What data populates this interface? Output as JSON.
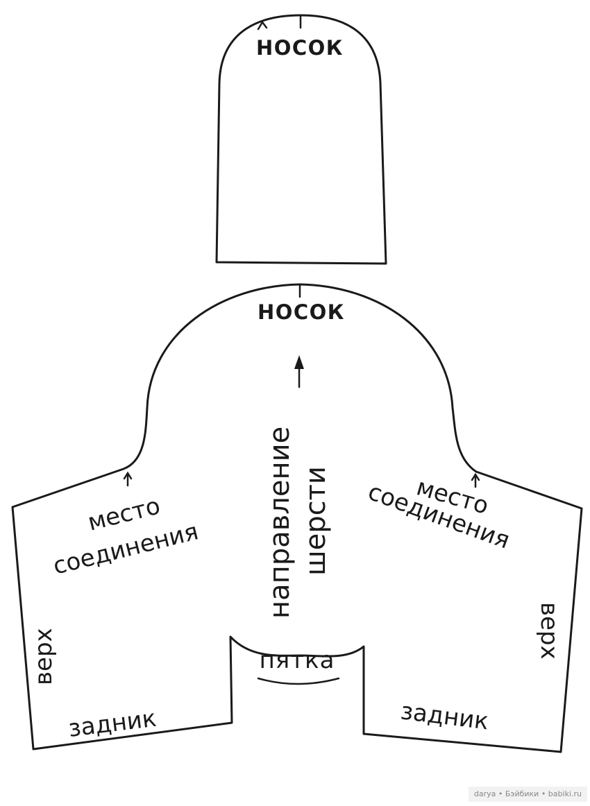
{
  "pattern": {
    "toe_piece": {
      "label": "НОСОК"
    },
    "main_piece": {
      "toe_label": "НОСОК",
      "grain_label_line1": "направление",
      "grain_label_line2": "шерсти",
      "join_left_line1": "место",
      "join_left_line2": "соединения",
      "join_right_line1": "место",
      "join_right_line2": "соединения",
      "upper_left": "верх",
      "upper_right": "верх",
      "heel_label": "пятка",
      "back_left": "задник",
      "back_right": "задник"
    }
  },
  "watermark": {
    "text": "darya • Бэйбики • babiki.ru"
  }
}
